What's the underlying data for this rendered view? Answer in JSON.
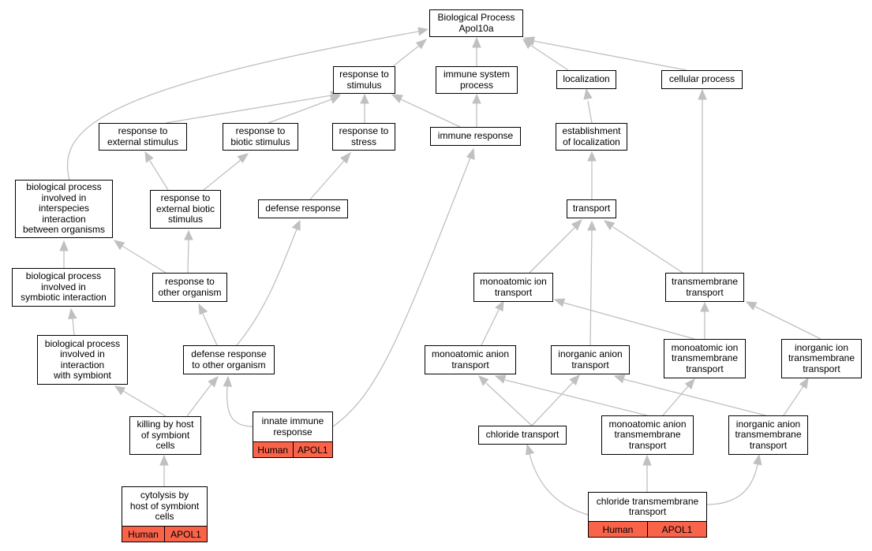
{
  "nodes": {
    "root": "Biological Process\nApol10a",
    "resp_stimulus": "response to\nstimulus",
    "immune_system": "immune system\nprocess",
    "localization": "localization",
    "cellular_process": "cellular process",
    "resp_external": "response to\nexternal stimulus",
    "resp_biotic": "response to\nbiotic stimulus",
    "resp_stress": "response to\nstress",
    "immune_response": "immune response",
    "establishment_loc": "establishment\nof localization",
    "bp_interspecies": "biological process\ninvolved in\ninterspecies\ninteraction\nbetween organisms",
    "resp_ext_biotic": "response to\nexternal biotic\nstimulus",
    "defense_response": "defense response",
    "transport": "transport",
    "bp_symbiotic": "biological process\ninvolved in\nsymbiotic interaction",
    "resp_other_org": "response to\nother organism",
    "monoatomic_ion": "monoatomic ion\ntransport",
    "transmembrane": "transmembrane\ntransport",
    "bp_with_symbiont": "biological process\ninvolved in\ninteraction\nwith symbiont",
    "defense_other_org": "defense response\nto other organism",
    "monoatomic_anion": "monoatomic anion\ntransport",
    "inorganic_anion": "inorganic anion\ntransport",
    "monoatomic_ion_tm": "monoatomic ion\ntransmembrane\ntransport",
    "inorganic_ion_tm": "inorganic ion\ntransmembrane\ntransport",
    "killing_host": "killing by host\nof symbiont\ncells",
    "innate_immune": "innate immune\nresponse",
    "chloride_transport": "chloride transport",
    "monoatomic_anion_tm": "monoatomic anion\ntransmembrane\ntransport",
    "inorganic_anion_tm": "inorganic anion\ntransmembrane\ntransport",
    "cytolysis": "cytolysis by\nhost of symbiont\ncells",
    "chloride_tm": "chloride transmembrane\ntransport"
  },
  "badges": {
    "innate_immune": [
      "Human",
      "APOL1"
    ],
    "cytolysis": [
      "Human",
      "APOL1"
    ],
    "chloride_tm": [
      "Human",
      "APOL1"
    ]
  },
  "colors": {
    "edge": "#c0c0c0",
    "badge": "#f9634a"
  }
}
